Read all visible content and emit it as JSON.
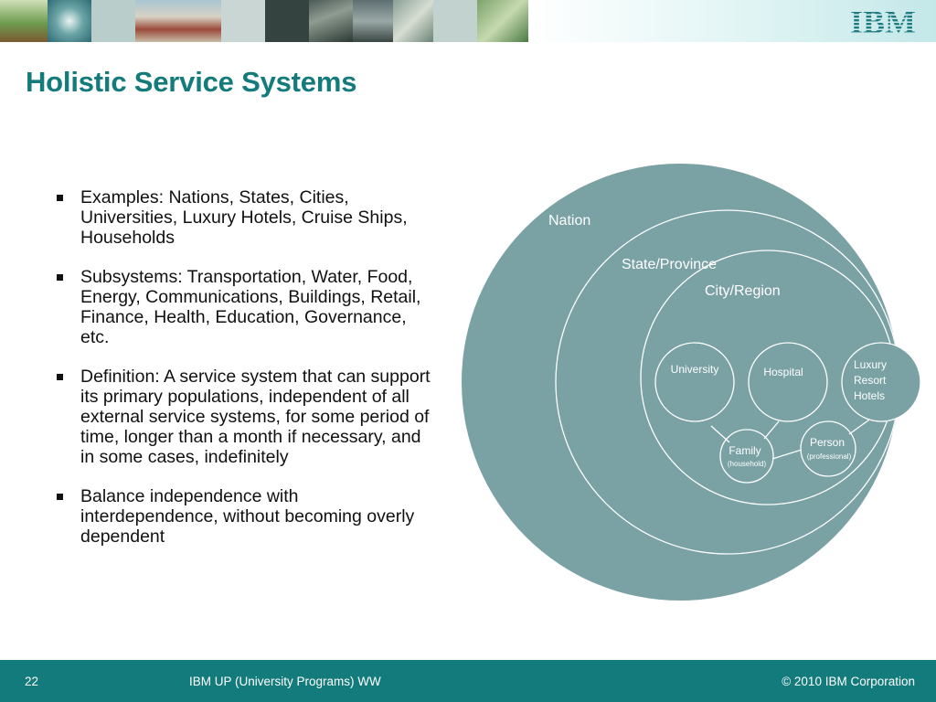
{
  "slide": {
    "title": "Holistic Service Systems",
    "page_number": "22",
    "footer_center": "IBM UP (University Programs) WW",
    "footer_right": "© 2010 IBM Corporation",
    "logo_text": "IBM"
  },
  "bullets": [
    "Examples: Nations, States, Cities, Universities, Luxury Hotels, Cruise Ships, Households",
    "Subsystems: Transportation, Water, Food, Energy, Communications, Buildings, Retail, Finance, Health, Education, Governance, etc.",
    "Definition: A service system that can support its primary populations, independent of all external service systems, for some period of time, longer than a month if necessary, and in some cases, indefinitely",
    "Balance independence with interdependence, without becoming overly dependent"
  ],
  "diagram": {
    "nation": "Nation",
    "state": "State/Province",
    "city": "City/Region",
    "university": "University",
    "hospital": "Hospital",
    "luxury_line1": "Luxury",
    "luxury_line2": "Resort",
    "luxury_line3": "Hotels",
    "family": "Family",
    "family_sub": "(household)",
    "person": "Person",
    "person_sub": "(professional)"
  },
  "colors": {
    "teal": "#137b7c",
    "circle_fill": "#7aa1a4",
    "white": "#ffffff"
  }
}
